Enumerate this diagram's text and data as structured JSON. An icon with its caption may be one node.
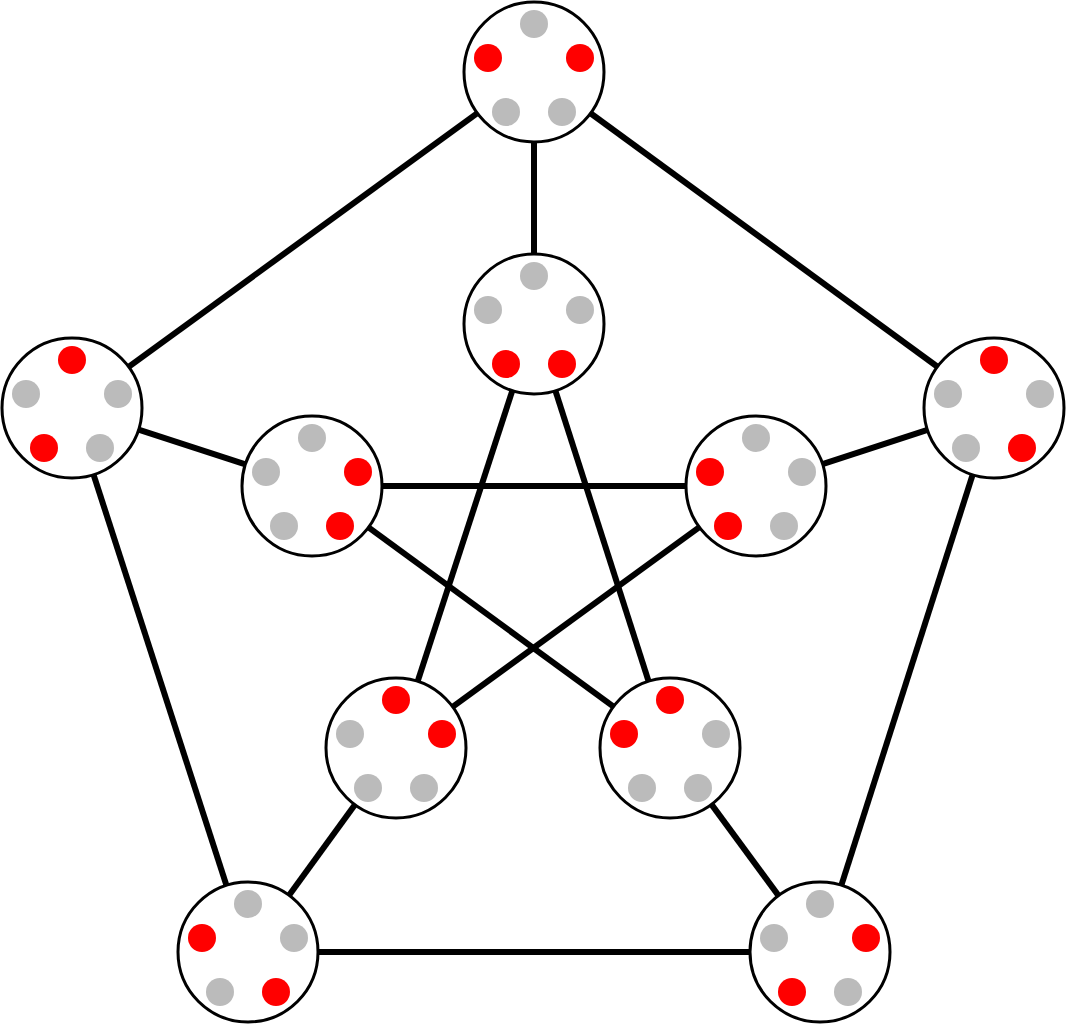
{
  "diagram": {
    "nodes": [
      {
        "text": [],
        "shape": "circle"
      },
      {
        "text": [],
        "shape": "circle"
      },
      {
        "text": [],
        "shape": "circle"
      },
      {
        "text": [],
        "shape": "circle"
      },
      {
        "text": [],
        "shape": "circle"
      },
      {
        "text": [],
        "shape": "circle"
      },
      {
        "text": [],
        "shape": "circle"
      },
      {
        "text": [],
        "shape": "circle"
      },
      {
        "text": [],
        "shape": "circle"
      },
      {
        "text": [],
        "shape": "circle"
      }
    ],
    "edges": [
      {
        "from": 0,
        "to": 2,
        "arrow": "none"
      },
      {
        "from": 0,
        "to": 5,
        "arrow": "none"
      },
      {
        "from": 2,
        "to": 8,
        "arrow": "none"
      },
      {
        "from": 5,
        "to": 9,
        "arrow": "none"
      },
      {
        "from": 8,
        "to": 9,
        "arrow": "none"
      },
      {
        "from": 0,
        "to": 1,
        "arrow": "none"
      },
      {
        "from": 2,
        "to": 3,
        "arrow": "none"
      },
      {
        "from": 5,
        "to": 4,
        "arrow": "none"
      },
      {
        "from": 8,
        "to": 6,
        "arrow": "none"
      },
      {
        "from": 9,
        "to": 7,
        "arrow": "none"
      },
      {
        "from": 1,
        "to": 6,
        "arrow": "none"
      },
      {
        "from": 1,
        "to": 7,
        "arrow": "none"
      },
      {
        "from": 3,
        "to": 4,
        "arrow": "none"
      },
      {
        "from": 3,
        "to": 7,
        "arrow": "none"
      },
      {
        "from": 4,
        "to": 6,
        "arrow": "none"
      }
    ]
  }
}
